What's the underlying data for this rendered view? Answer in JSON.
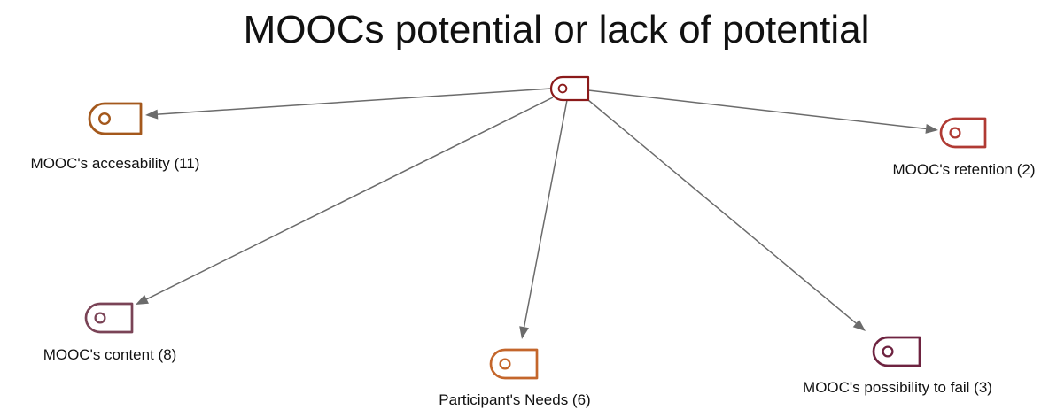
{
  "title": "MOOCs potential or lack of potential",
  "root": {
    "icon": "code-tag-icon",
    "color": "#8b1a1a"
  },
  "nodes": [
    {
      "label": "MOOC's accesability (11)",
      "icon": "code-tag-icon",
      "color": "#a4581c"
    },
    {
      "label": "MOOC's retention (2)",
      "icon": "code-tag-icon",
      "color": "#b03a33"
    },
    {
      "label": "MOOC's content (8)",
      "icon": "code-tag-icon",
      "color": "#7a4356"
    },
    {
      "label": "Participant's Needs (6)",
      "icon": "code-tag-icon",
      "color": "#c4662b"
    },
    {
      "label": "MOOC's possibility to fail (3)",
      "icon": "code-tag-icon",
      "color": "#6e2340"
    }
  ],
  "edges": [
    {
      "from": "root",
      "to": 0
    },
    {
      "from": "root",
      "to": 1
    },
    {
      "from": "root",
      "to": 2
    },
    {
      "from": "root",
      "to": 3
    },
    {
      "from": "root",
      "to": 4
    }
  ]
}
